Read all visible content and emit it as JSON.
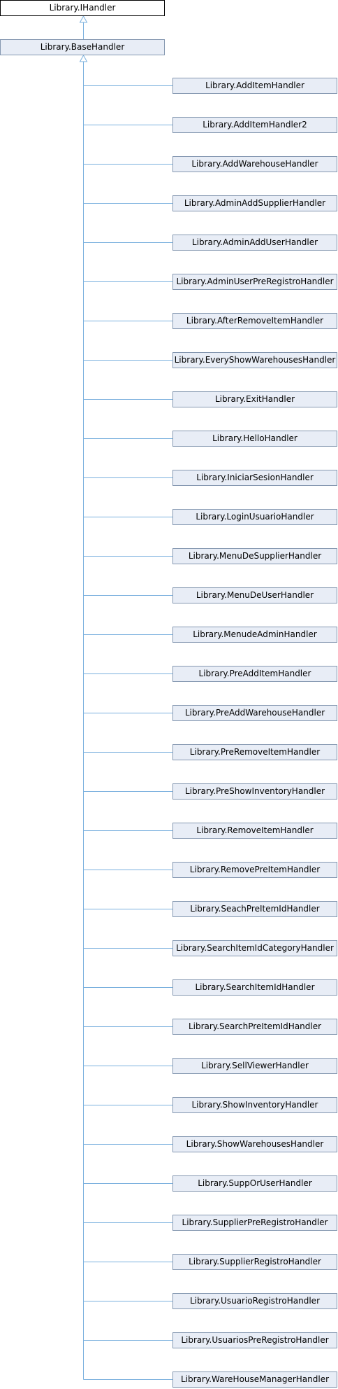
{
  "colors": {
    "connector": "#7ab0de",
    "node_fill": "#e8edf6",
    "node_border": "#8497b0",
    "interface_fill": "#ffffff",
    "interface_border": "#000000"
  },
  "diagram": {
    "interface": "Library.IHandler",
    "base": "Library.BaseHandler",
    "subclasses": [
      "Library.AddItemHandler",
      "Library.AddItemHandler2",
      "Library.AddWarehouseHandler",
      "Library.AdminAddSupplierHandler",
      "Library.AdminAddUserHandler",
      "Library.AdminUserPreRegistroHandler",
      "Library.AfterRemoveItemHandler",
      "Library.EveryShowWarehousesHandler",
      "Library.ExitHandler",
      "Library.HelloHandler",
      "Library.IniciarSesionHandler",
      "Library.LoginUsuarioHandler",
      "Library.MenuDeSupplierHandler",
      "Library.MenuDeUserHandler",
      "Library.MenudeAdminHandler",
      "Library.PreAddItemHandler",
      "Library.PreAddWarehouseHandler",
      "Library.PreRemoveItemHandler",
      "Library.PreShowInventoryHandler",
      "Library.RemoveItemHandler",
      "Library.RemovePreItemHandler",
      "Library.SeachPreItemIdHandler",
      "Library.SearchItemIdCategoryHandler",
      "Library.SearchItemIdHandler",
      "Library.SearchPreItemIdHandler",
      "Library.SellViewerHandler",
      "Library.ShowInventoryHandler",
      "Library.ShowWarehousesHandler",
      "Library.SuppOrUserHandler",
      "Library.SupplierPreRegistroHandler",
      "Library.SupplierRegistroHandler",
      "Library.UsuarioRegistroHandler",
      "Library.UsuariosPreRegistroHandler",
      "Library.WareHouseManagerHandler"
    ]
  }
}
